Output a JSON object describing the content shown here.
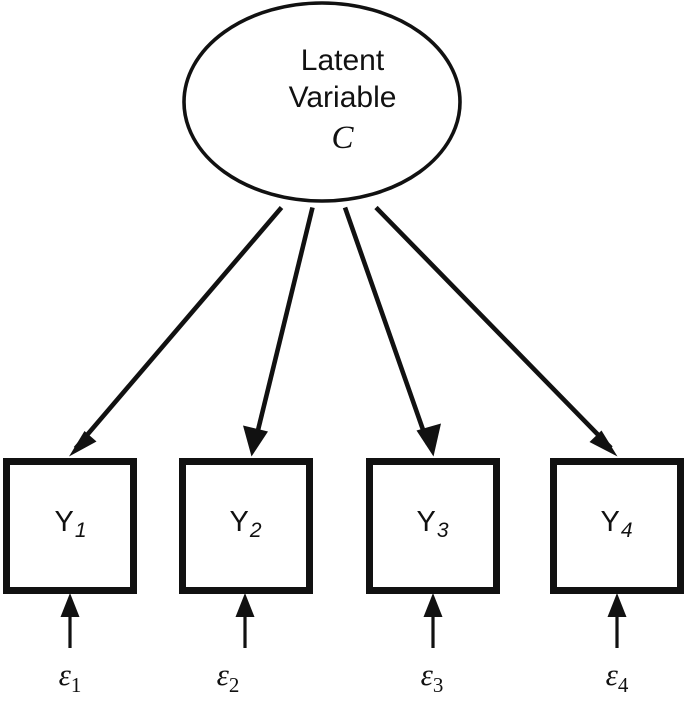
{
  "figure": {
    "kind": "path-diagram",
    "description": "Confirmatory factor analysis measurement model",
    "background_color": "#ffffff",
    "stroke_color": "#111111"
  },
  "latent": {
    "shape": "ellipse",
    "label_line1": "Latent",
    "label_line2": "Variable",
    "symbol": "C"
  },
  "indicators": [
    {
      "label": "Y",
      "subscript": "1"
    },
    {
      "label": "Y",
      "subscript": "2"
    },
    {
      "label": "Y",
      "subscript": "3"
    },
    {
      "label": "Y",
      "subscript": "4"
    }
  ],
  "errors": [
    {
      "label": "ε",
      "subscript": "1"
    },
    {
      "label": "ε",
      "subscript": "2"
    },
    {
      "label": "ε",
      "subscript": "3"
    },
    {
      "label": "ε",
      "subscript": "4"
    }
  ]
}
